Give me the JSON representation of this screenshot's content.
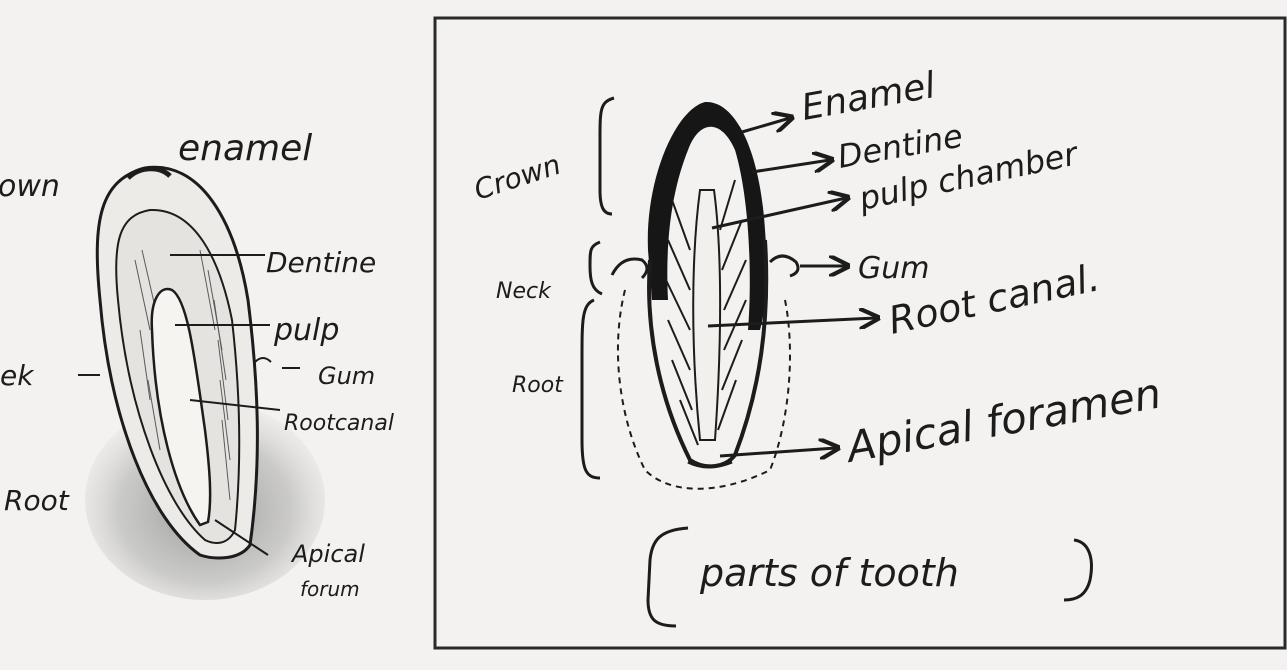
{
  "left_sketch": {
    "labels": {
      "crown": "own",
      "enamel": "enamel",
      "dentine": "Dentine",
      "pulp": "pulp",
      "gum": "Gum",
      "root_canal": "Rootcanal",
      "neck": "ek",
      "root": "Root",
      "apical_line1": "Apical",
      "apical_line2": "forum"
    }
  },
  "right_sketch": {
    "labels": {
      "crown": "Crown",
      "neck": "Neck",
      "root": "Root",
      "enamel": "Enamel",
      "dentine": "Dentine",
      "pulp_chamber": "pulp chamber",
      "gum": "Gum",
      "root_canal": "Root canal.",
      "apical_foramen": "Apical foramen"
    },
    "caption": "parts of tooth"
  },
  "colors": {
    "paper": "#f3f2f0",
    "ink": "#1c1c1c",
    "frame": "#2a2a2a",
    "shading": "#9a9a9a"
  }
}
